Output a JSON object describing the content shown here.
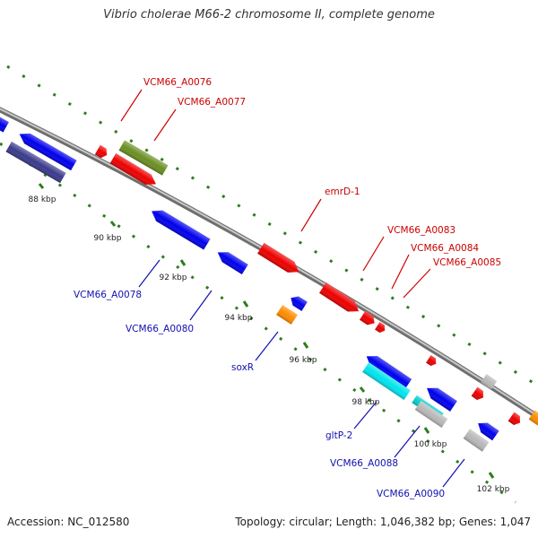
{
  "title": "Vibrio cholerae M66-2 chromosome II, complete genome",
  "footer": {
    "accession": "Accession: NC_012580",
    "summary": "Topology: circular; Length: 1,046,382 bp; Genes: 1,047"
  },
  "colors": {
    "backbone": "#8a8a8a",
    "dots": "#2e7d1e",
    "label_forward": "#cc0000",
    "label_reverse": "#1010b0",
    "tick_text": "#222222"
  },
  "ticks": [
    {
      "label": "88 kbp",
      "kbp": 88
    },
    {
      "label": "90 kbp",
      "kbp": 90
    },
    {
      "label": "92 kbp",
      "kbp": 92
    },
    {
      "label": "94 kbp",
      "kbp": 94
    },
    {
      "label": "96 kbp",
      "kbp": 96
    },
    {
      "label": "98 kbp",
      "kbp": 98
    },
    {
      "label": "100 kbp",
      "kbp": 100
    },
    {
      "label": "102 kbp",
      "kbp": 102
    }
  ],
  "gene_labels": [
    {
      "text": "VCM66_A0076",
      "strand": "forward"
    },
    {
      "text": "VCM66_A0077",
      "strand": "forward"
    },
    {
      "text": "emrD-1",
      "strand": "forward"
    },
    {
      "text": "VCM66_A0083",
      "strand": "forward"
    },
    {
      "text": "VCM66_A0084",
      "strand": "forward"
    },
    {
      "text": "VCM66_A0085",
      "strand": "forward"
    },
    {
      "text": "VCM66_A0078",
      "strand": "reverse"
    },
    {
      "text": "VCM66_A0080",
      "strand": "reverse"
    },
    {
      "text": "soxR",
      "strand": "reverse"
    },
    {
      "text": "gltP-2",
      "strand": "reverse"
    },
    {
      "text": "VCM66_A0088",
      "strand": "reverse"
    },
    {
      "text": "VCM66_A0090",
      "strand": "reverse"
    }
  ],
  "features": [
    {
      "color": "#0000ee"
    },
    {
      "color": "#0000ee"
    },
    {
      "color": "#3a3a8c"
    },
    {
      "color": "#ee0000"
    },
    {
      "color": "#6b8e23"
    },
    {
      "color": "#ee0000"
    },
    {
      "color": "#0000ee"
    },
    {
      "color": "#0000ee"
    },
    {
      "color": "#ee0000"
    },
    {
      "color": "#0000ee"
    },
    {
      "color": "#ff8c00"
    },
    {
      "color": "#ee0000"
    },
    {
      "color": "#ee0000"
    },
    {
      "color": "#ee0000"
    },
    {
      "color": "#ee0000"
    },
    {
      "color": "#0000ee"
    },
    {
      "color": "#00e5ee"
    },
    {
      "color": "#0000ee"
    },
    {
      "color": "#00ced1"
    },
    {
      "color": "#b8b8b8"
    },
    {
      "color": "#b8b8b8"
    },
    {
      "color": "#0000ee"
    },
    {
      "color": "#b8b8b8"
    },
    {
      "color": "#ee0000"
    },
    {
      "color": "#ee0000"
    },
    {
      "color": "#ff8c00"
    }
  ]
}
